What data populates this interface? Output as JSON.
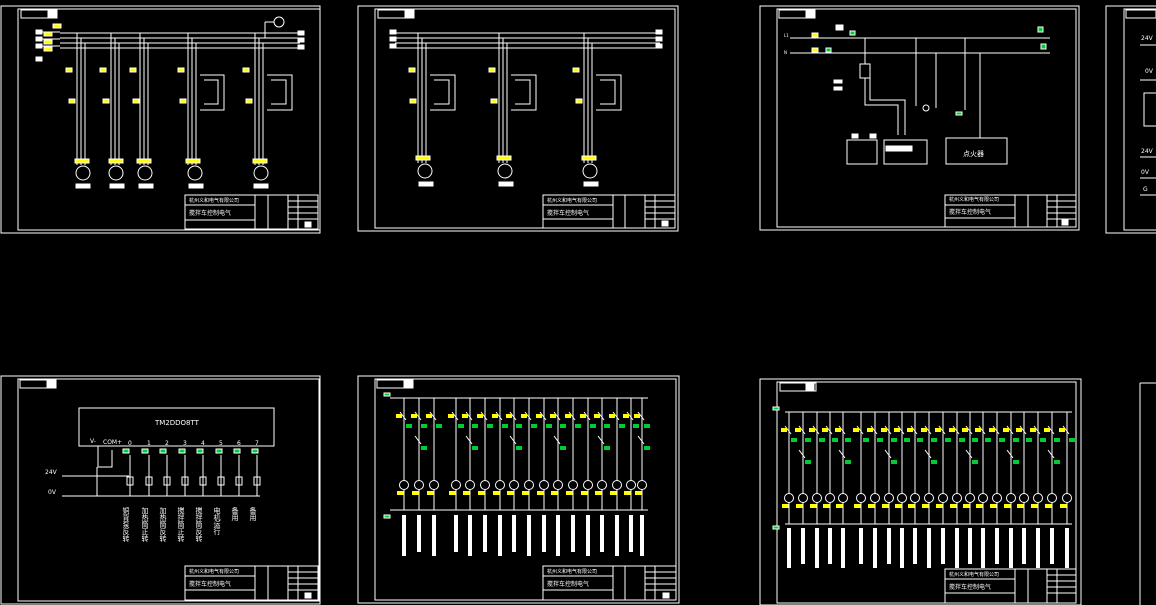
{
  "colors": {
    "background": "#000000",
    "line": "#ffffff",
    "yellow": "#ffff00",
    "green": "#00cc33"
  },
  "title_block": {
    "company": "杭州义和电气有限公司",
    "drawing": "搅拌车控制电气"
  },
  "sheet3": {
    "igniter_label": "点火器",
    "line_l": "L1",
    "line_n": "N"
  },
  "sheet4": {
    "v24_top": "24V",
    "v0_top": "0V",
    "v24_bottom": "24V",
    "v0_bottom": "0V",
    "g_label": "G"
  },
  "sheet5": {
    "module_title": "TM2DDO8TT",
    "v_minus": "V-",
    "com": "COM+",
    "v24": "24V",
    "v0": "0V",
    "terminals": [
      "0",
      "1",
      "2",
      "3",
      "4",
      "5",
      "6",
      "7"
    ],
    "outputs": [
      "铜背泵反转",
      "加热筒正转",
      "加热筒反转",
      "搅拌筒正转",
      "搅拌筒反转",
      "电机运行",
      "备用",
      "备用"
    ]
  }
}
